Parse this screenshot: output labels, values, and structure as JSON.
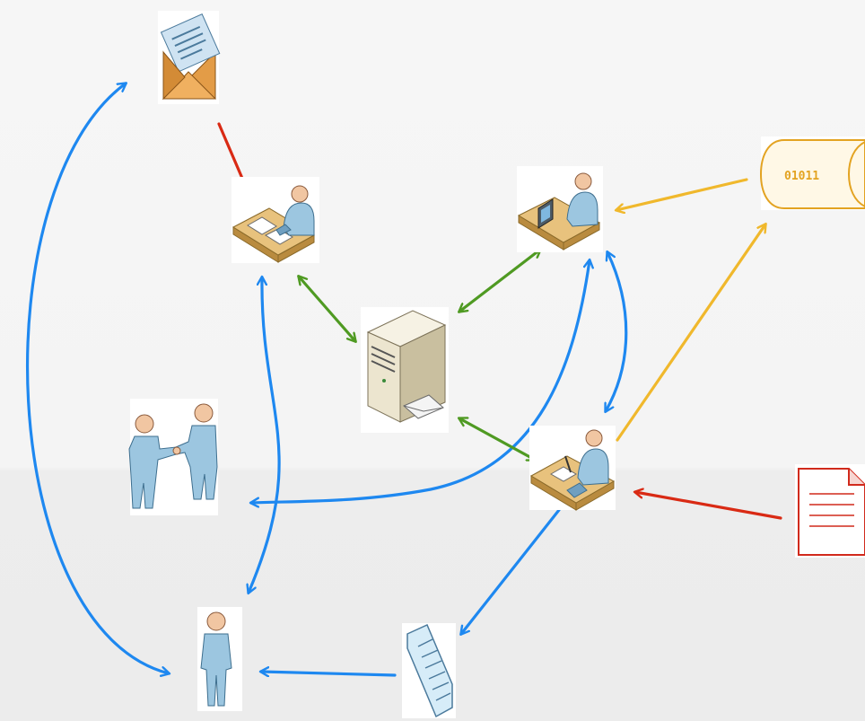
{
  "diagram": {
    "nodes": [
      {
        "id": "envelope",
        "icon": "open-envelope-icon"
      },
      {
        "id": "clerk",
        "icon": "desk-worker-paperwork-icon"
      },
      {
        "id": "computer-user",
        "icon": "desk-worker-computer-icon"
      },
      {
        "id": "data-store",
        "icon": "data-cylinder-icon",
        "label": "01011"
      },
      {
        "id": "mail-server",
        "icon": "mail-server-icon"
      },
      {
        "id": "handshake",
        "icon": "handshake-people-icon"
      },
      {
        "id": "writer",
        "icon": "desk-worker-writing-icon"
      },
      {
        "id": "report",
        "icon": "red-report-document-icon"
      },
      {
        "id": "customer",
        "icon": "standing-person-icon"
      },
      {
        "id": "document",
        "icon": "blue-document-icon"
      }
    ],
    "edges": [
      {
        "from": "envelope",
        "to": "clerk",
        "color": "red"
      },
      {
        "from": "envelope",
        "to": "customer",
        "color": "blue",
        "bidirectional": true
      },
      {
        "from": "clerk",
        "to": "mail-server",
        "color": "green",
        "bidirectional": true
      },
      {
        "from": "clerk",
        "to": "customer",
        "color": "blue",
        "bidirectional": true
      },
      {
        "from": "computer-user",
        "to": "mail-server",
        "color": "green",
        "bidirectional": true
      },
      {
        "from": "data-store",
        "to": "computer-user",
        "color": "yellow"
      },
      {
        "from": "writer",
        "to": "data-store",
        "color": "yellow"
      },
      {
        "from": "computer-user",
        "to": "writer",
        "color": "blue",
        "bidirectional": true
      },
      {
        "from": "computer-user",
        "to": "handshake",
        "color": "blue",
        "bidirectional": true
      },
      {
        "from": "mail-server",
        "to": "writer",
        "color": "green",
        "bidirectional": true
      },
      {
        "from": "report",
        "to": "writer",
        "color": "red"
      },
      {
        "from": "writer",
        "to": "document",
        "color": "blue"
      },
      {
        "from": "document",
        "to": "customer",
        "color": "blue"
      }
    ],
    "colors": {
      "blue": "#1e88f0",
      "green": "#4f9a22",
      "red": "#d92a14",
      "yellow": "#f0b82c"
    }
  }
}
